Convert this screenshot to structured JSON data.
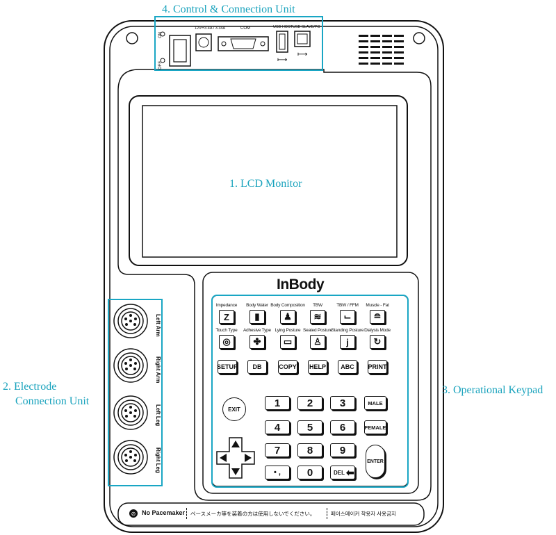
{
  "callouts": {
    "control": "4. Control & Connection Unit",
    "lcd": "1. LCD Monitor",
    "electrode_line1": "2. Electrode",
    "electrode_line2": "Connection Unit",
    "keypad": "3. Operational Keypad"
  },
  "control_unit": {
    "on": "ON",
    "off": "OFF",
    "power_spec": "12V⎓3.4A / 3.34A",
    "com": "COM",
    "usb_host": "USB HOST",
    "usb_slave": "USB SLAVE/PC"
  },
  "brand": "InBody",
  "electrodes": [
    "Left Arm",
    "Right Arm",
    "Left Leg",
    "Right Leg"
  ],
  "function_keys_row1": [
    {
      "label": "Impedance",
      "glyph": "Z"
    },
    {
      "label": "Body Water",
      "glyph": "▮"
    },
    {
      "label": "Body Composition",
      "glyph": "♟"
    },
    {
      "label": "TBW",
      "glyph": "≋"
    },
    {
      "label": "TBW / FFM",
      "glyph": "⌙"
    },
    {
      "label": "Muscle - Fat",
      "glyph": "≘"
    }
  ],
  "function_keys_row2": [
    {
      "label": "Touch Type",
      "glyph": "◎"
    },
    {
      "label": "Adhesive Type",
      "glyph": "✤"
    },
    {
      "label": "Lying Posture",
      "glyph": "▭"
    },
    {
      "label": "Seated Posture",
      "glyph": "♙"
    },
    {
      "label": "Standing Posture",
      "glyph": "j"
    },
    {
      "label": "Dialysis Mode",
      "glyph": "↻"
    }
  ],
  "command_keys": [
    "SETUP",
    "DB",
    "COPY",
    "HELP",
    "ABC",
    "PRINT"
  ],
  "keypad": {
    "exit": "EXIT",
    "digits": [
      "1",
      "2",
      "3",
      "4",
      "5",
      "6",
      "7",
      "8",
      "9"
    ],
    "dot": "• ,",
    "zero": "0",
    "del": "DEL",
    "male": "MALE",
    "female": "FEMALE",
    "enter": "ENTER"
  },
  "footer": {
    "warning": "No Pacemaker",
    "japanese": "ペースメーカ等を装着の方は使用しないでください。",
    "korean": "페이스메이커 착용자 사용금지"
  }
}
